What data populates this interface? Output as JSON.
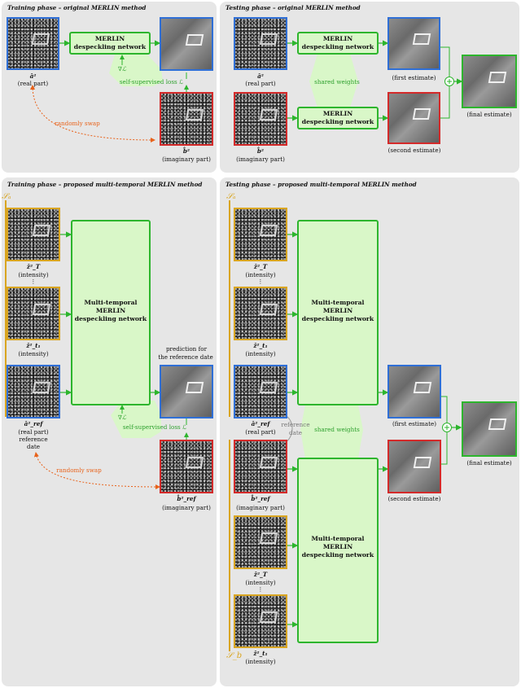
{
  "panels": {
    "tl_title": "Training phase – original MERLIN method",
    "tr_title": "Testing phase – original MERLIN method",
    "bl_title": "Training phase – proposed multi-temporal MERLIN method",
    "br_title": "Testing phase – proposed multi-temporal MERLIN method"
  },
  "nets": {
    "merlin_line1": "MERLIN",
    "merlin_line2": "despeckling network",
    "mt_line1": "Multi-temporal",
    "mt_line2": "MERLIN",
    "mt_line3": "despeckling network"
  },
  "labels": {
    "a2": "â²",
    "real_part": "(real part)",
    "b2": "b̂²",
    "imaginary_part": "(imaginary part)",
    "grad_loss": "∇ℒ",
    "ss_loss": "self-supervised loss ℒ",
    "randomly_swap": "randomly swap",
    "shared_weights": "shared weights",
    "first_estimate": "(first estimate)",
    "second_estimate": "(second estimate)",
    "final_estimate": "(final estimate)",
    "zT": "ẑ²_T",
    "zt1": "ẑ²_t₁",
    "intensity": "(intensity)",
    "vdots": "⋮",
    "a_ref": "â²_ref",
    "b_ref": "b̂²_ref",
    "reference": "reference",
    "date": "date",
    "ref_date_wrap": "reference date",
    "prediction_line1": "prediction for",
    "prediction_line2": "the reference date",
    "plus": "⊕",
    "set_a": "𝒮ₐ",
    "set_b": "𝒮_b"
  },
  "colors": {
    "green": "#2db52d",
    "light_green": "#d9f7c8",
    "blue": "#2f6fd6",
    "red": "#d42a2a",
    "gold": "#d9a520",
    "orange": "#e8621a",
    "panel": "#e6e6e6"
  }
}
